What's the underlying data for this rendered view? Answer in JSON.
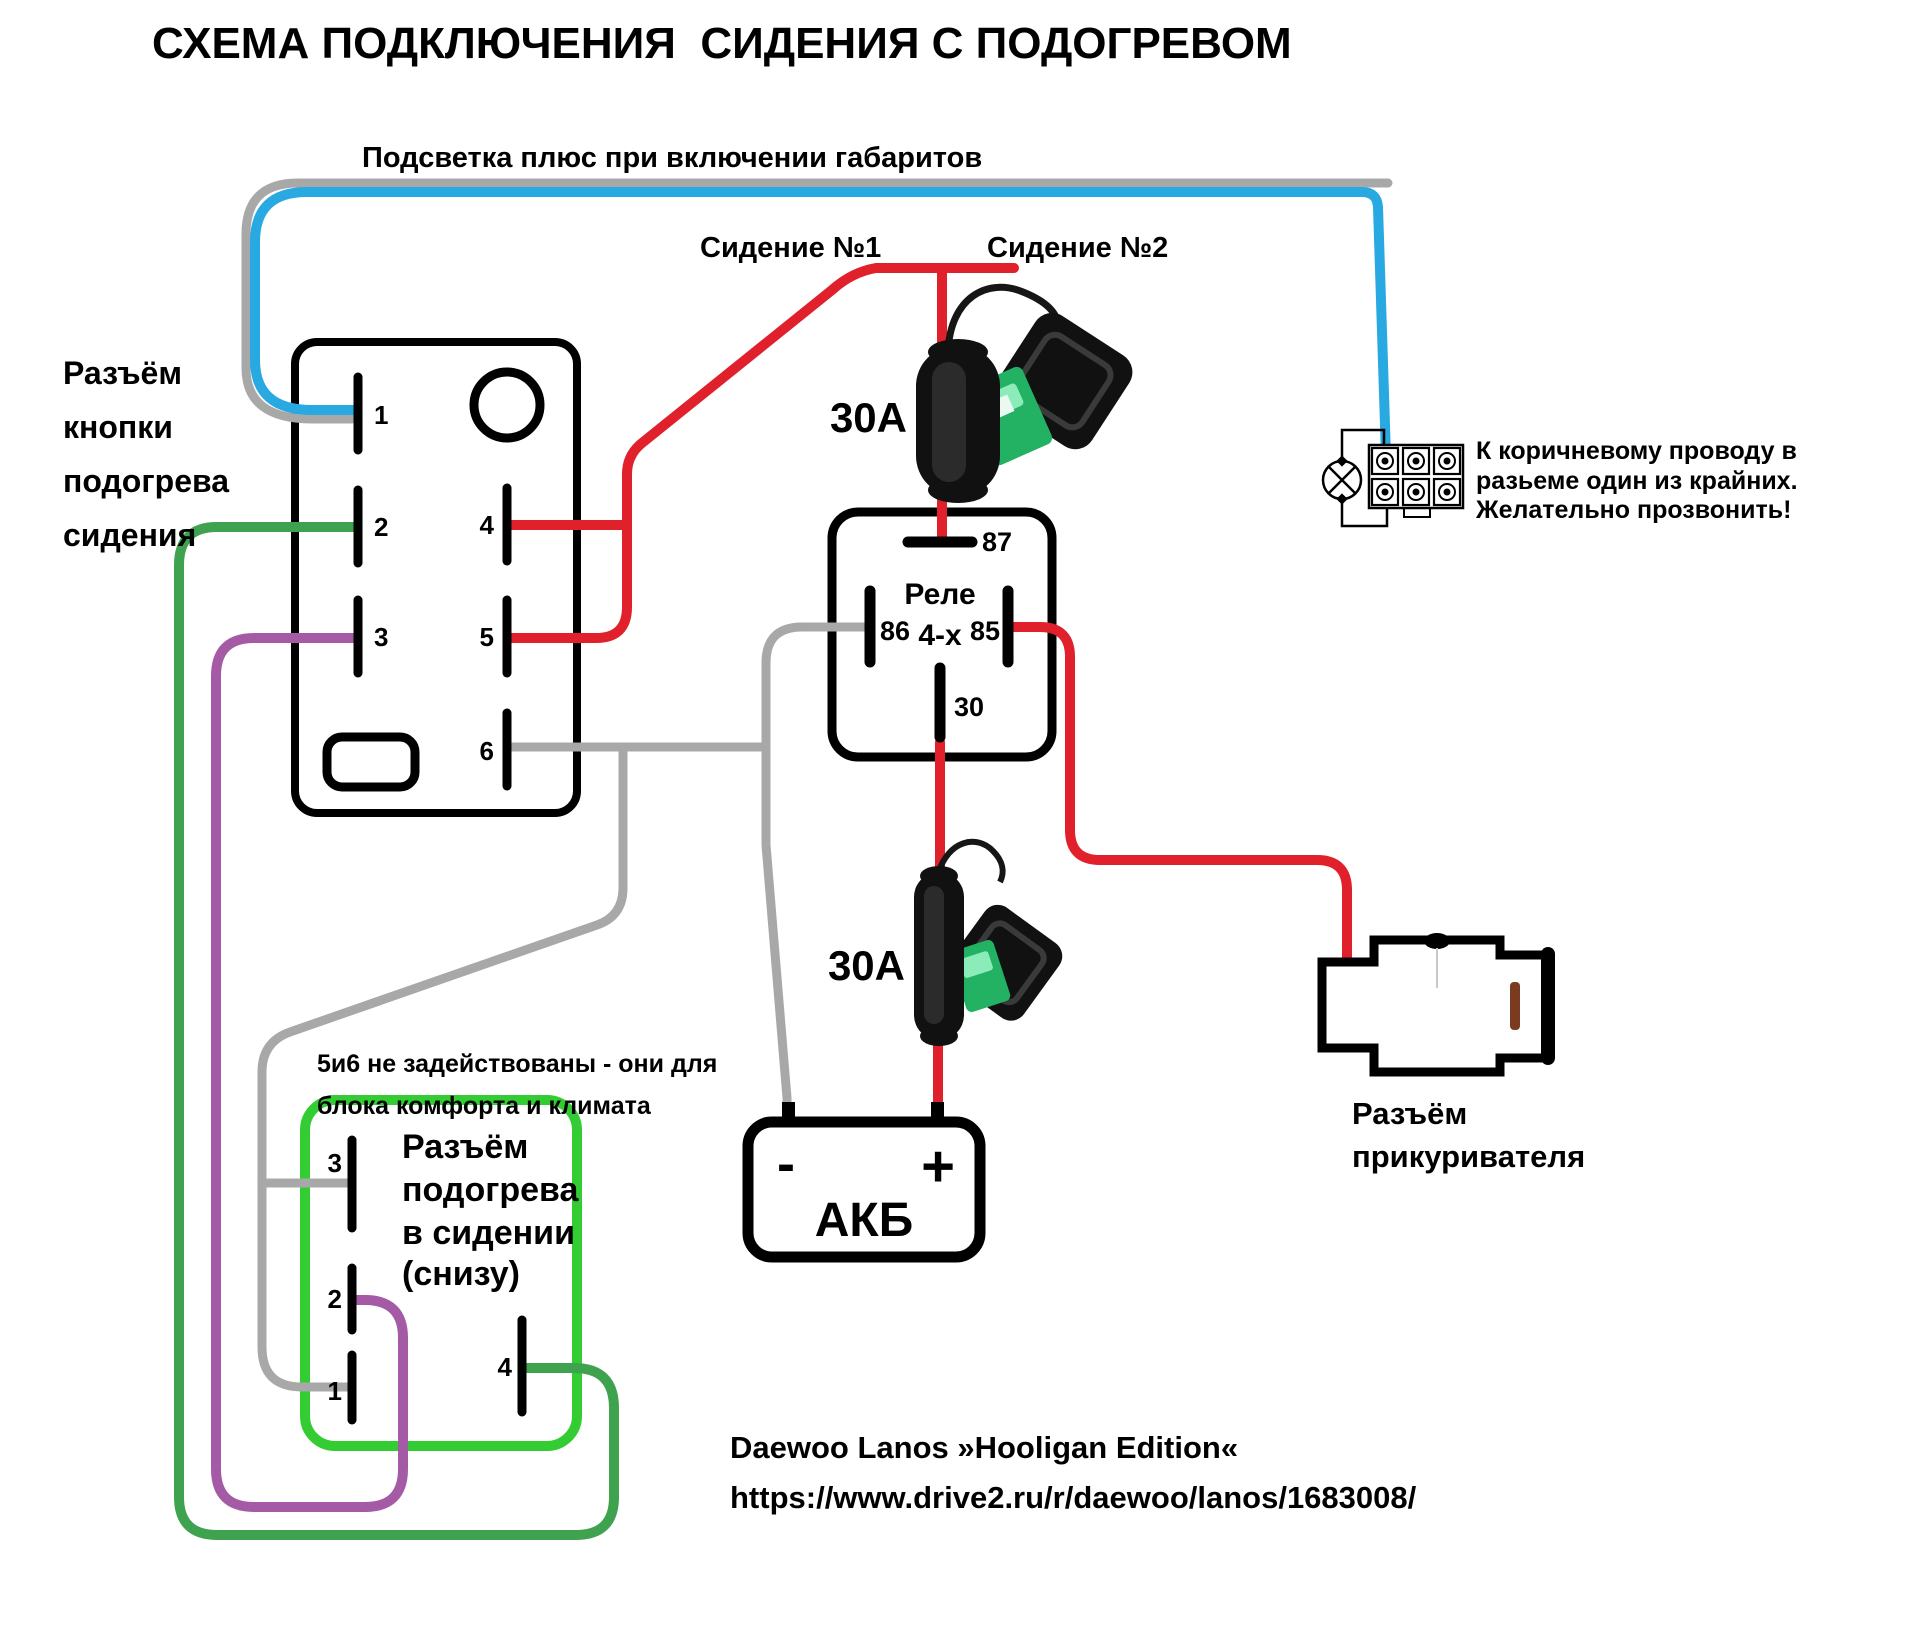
{
  "page": {
    "title": "СХЕМА ПОДКЛЮЧЕНИЯ  СИДЕНИЯ С ПОДОГРЕВОМ"
  },
  "colors": {
    "blue": "#29a9e1",
    "gray": "#a8a8a8",
    "red": "#e0202b",
    "green": "#3ea24e",
    "bright_green": "#33cc33",
    "purple": "#a55aa5",
    "brown": "#7a3b20",
    "fuse_green": "#23b163",
    "fuse_green_light": "#8cecb9",
    "black": "#000000"
  },
  "top": {
    "illumination_label": "Подсветка плюс при включении габаритов",
    "seat1_label": "Сидение №1",
    "seat2_label": "Сидение №2"
  },
  "button_connector": {
    "label_lines": [
      "Разъём",
      "кнопки",
      "подогрева",
      "сидения"
    ],
    "pins": [
      "1",
      "2",
      "3",
      "4",
      "5",
      "6"
    ]
  },
  "relay": {
    "label_line1": "Реле",
    "label_line2": "4-х",
    "pin_top": "87",
    "pin_left": "86",
    "pin_right": "85",
    "pin_bottom": "30"
  },
  "fuses": {
    "fuse1_label": "30А",
    "fuse2_label": "30А"
  },
  "battery": {
    "minus": "-",
    "plus": "+",
    "label": "АКБ"
  },
  "lamp_connector": {
    "note_lines": [
      "К коричневому проводу в",
      "разьеме один из крайних.",
      "Желательно прозвонить!"
    ]
  },
  "lighter_connector": {
    "label_lines": [
      "Разъём",
      "прикуривателя"
    ]
  },
  "seat_connector": {
    "note_lines": [
      "5и6 не задействованы - они для",
      "блока комфорта и климата"
    ],
    "label_lines": [
      "Разъём",
      "подогрева",
      "в сидении",
      "(снизу)"
    ],
    "pins": [
      "1",
      "2",
      "3",
      "4"
    ]
  },
  "credits": {
    "line1": "Daewoo Lanos »Hooligan Edition«",
    "line2": "https://www.drive2.ru/r/daewoo/lanos/1683008/"
  }
}
